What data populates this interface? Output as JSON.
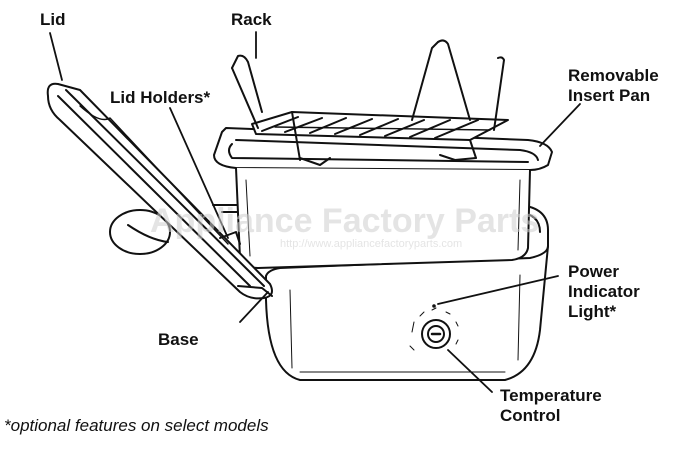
{
  "labels": {
    "lid": "Lid",
    "rack": "Rack",
    "lid_holders": "Lid Holders*",
    "removable_insert_pan_line1": "Removable",
    "removable_insert_pan_line2": "Insert Pan",
    "power_indicator_line1": "Power",
    "power_indicator_line2": "Indicator",
    "power_indicator_line3": "Light*",
    "base": "Base",
    "temperature_control_line1": "Temperature",
    "temperature_control_line2": "Control"
  },
  "footnote": "*optional features on select models",
  "watermark": {
    "title": "Appliance Factory Parts",
    "url": "http://www.appliancefactoryparts.com"
  },
  "colors": {
    "ink": "#111111",
    "watermark": "#cfcfcf",
    "background": "#ffffff"
  }
}
